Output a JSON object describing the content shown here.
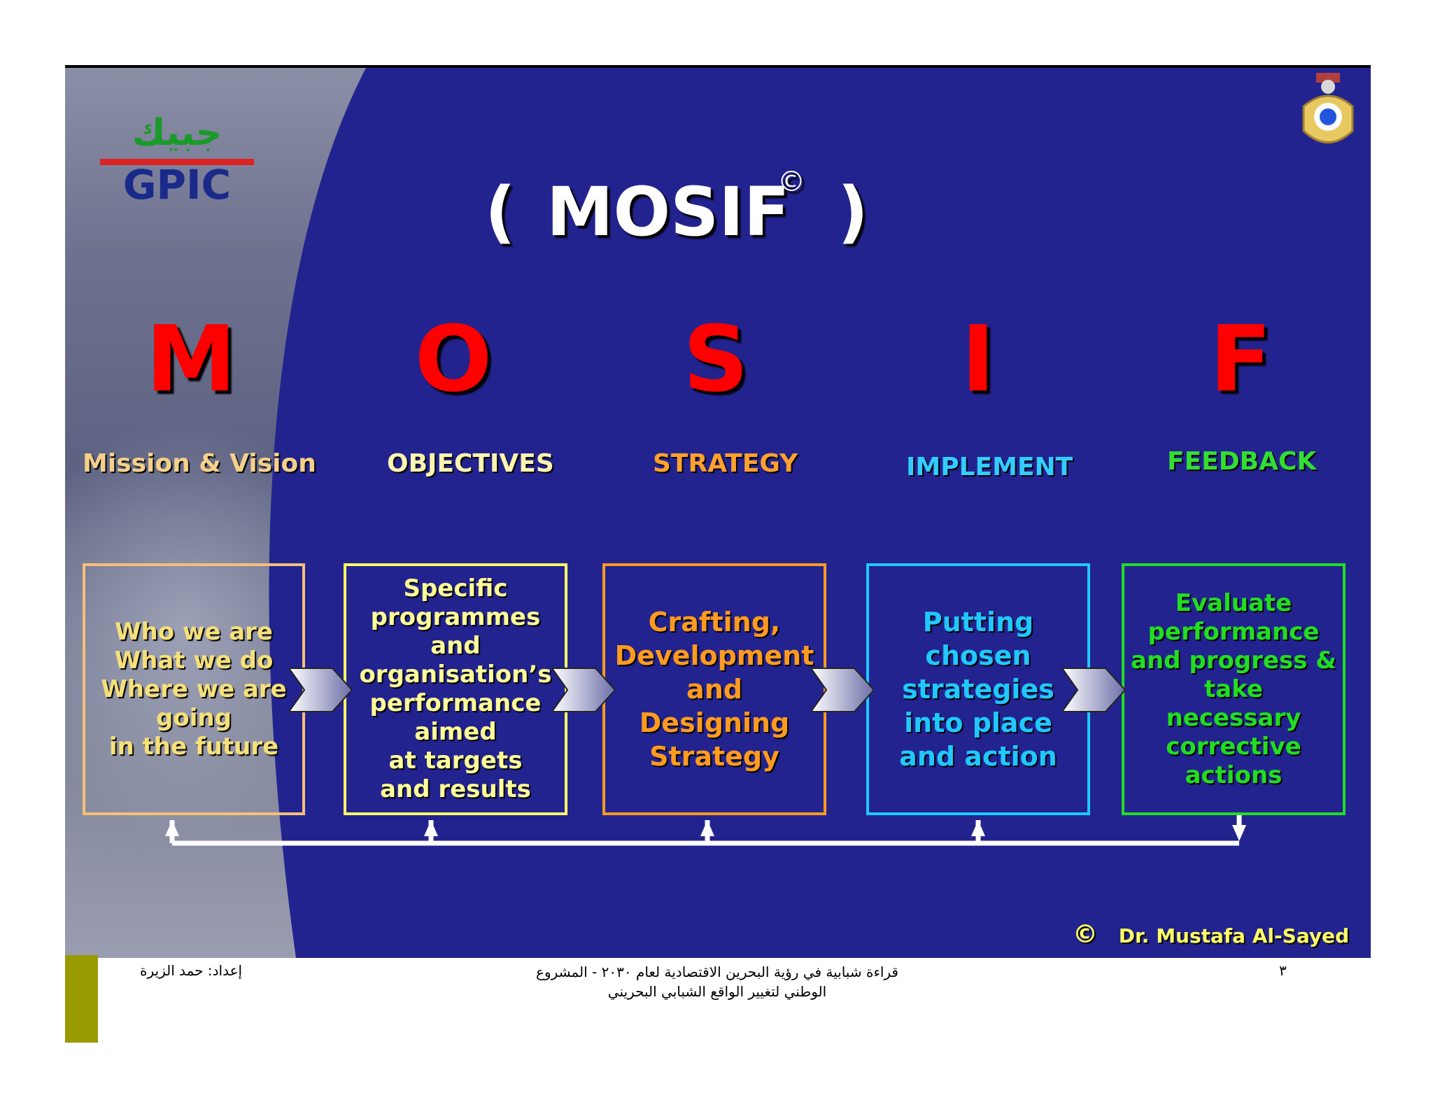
{
  "slide": {
    "logo_text_latin": "GPIC",
    "logo_text_arabic": "جبيك",
    "title": "MOSIF",
    "title_open": "(",
    "title_close": ")",
    "title_copyright": "©",
    "letters": [
      "M",
      "O",
      "S",
      "I",
      "F"
    ],
    "stages": [
      {
        "label": "Mission & Vision",
        "color": "#f5d08a",
        "box_text": "Who we are\nWhat we do\nWhere we are\ngoing\nin  the future",
        "box_color": "#f5c07a",
        "text_color": "#f5e07a"
      },
      {
        "label": "OBJECTIVES",
        "color": "#fff5b0",
        "box_text": "Specific\nprogrammes\nand\norganisation’s\nperformance\naimed\nat  targets\nand  results",
        "box_color": "#ffff66",
        "text_color": "#ffff99"
      },
      {
        "label": "STRATEGY",
        "color": "#ffa030",
        "box_text": "Crafting,\nDevelopment\nand\nDesigning\nStrategy",
        "box_color": "#ff9a20",
        "text_color": "#ff9a20"
      },
      {
        "label": "IMPLEMENT",
        "color": "#33ccff",
        "box_text": "Putting\nchosen\nstrategies\ninto place\nand action",
        "box_color": "#20c8ff",
        "text_color": "#20c8ff"
      },
      {
        "label": "FEEDBACK",
        "color": "#33dd33",
        "box_text": "Evaluate\nperformance\nand progress &\ntake\nnecessary\ncorrective\nactions",
        "box_color": "#22dd22",
        "text_color": "#22dd22"
      }
    ],
    "credit": "Dr. Mustafa Al-Sayed",
    "credit_copyright": "©"
  },
  "footer": {
    "author": "إعداد: حمد الزيرة",
    "center_line1": "قراءة شبابية في رؤية البحرين الاقتصادية لعام ٢٠٣٠ - المشروع",
    "center_line2": "الوطني لتغيير الواقع الشبابي البحريني",
    "page_number": "٣"
  }
}
